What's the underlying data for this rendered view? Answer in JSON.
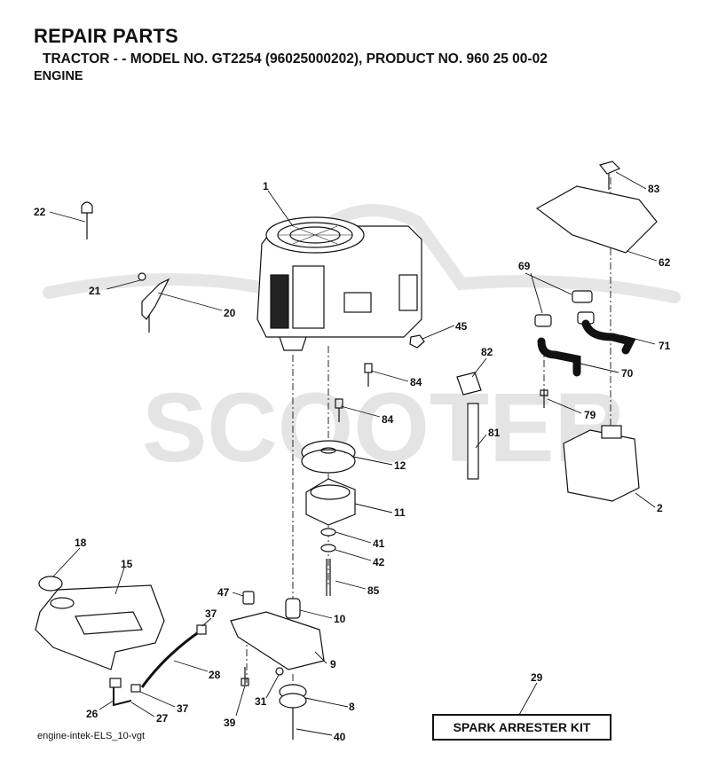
{
  "header": {
    "title": "REPAIR PARTS",
    "subtitle": "TRACTOR - - MODEL NO. GT2254 (96025000202), PRODUCT NO. 960 25 00-02",
    "section": "ENGINE"
  },
  "watermark": {
    "text": "SCOOTER"
  },
  "diagram": {
    "parts": [
      {
        "id": "p1",
        "label": "1"
      },
      {
        "id": "p2",
        "label": "2"
      },
      {
        "id": "p8",
        "label": "8"
      },
      {
        "id": "p9",
        "label": "9"
      },
      {
        "id": "p10",
        "label": "10"
      },
      {
        "id": "p11",
        "label": "11"
      },
      {
        "id": "p12",
        "label": "12"
      },
      {
        "id": "p15",
        "label": "15"
      },
      {
        "id": "p18",
        "label": "18"
      },
      {
        "id": "p20",
        "label": "20"
      },
      {
        "id": "p21",
        "label": "21"
      },
      {
        "id": "p22",
        "label": "22"
      },
      {
        "id": "p26",
        "label": "26"
      },
      {
        "id": "p27",
        "label": "27"
      },
      {
        "id": "p28",
        "label": "28"
      },
      {
        "id": "p29",
        "label": "29"
      },
      {
        "id": "p31",
        "label": "31"
      },
      {
        "id": "p37a",
        "label": "37"
      },
      {
        "id": "p37b",
        "label": "37"
      },
      {
        "id": "p39",
        "label": "39"
      },
      {
        "id": "p40",
        "label": "40"
      },
      {
        "id": "p41",
        "label": "41"
      },
      {
        "id": "p42",
        "label": "42"
      },
      {
        "id": "p45",
        "label": "45"
      },
      {
        "id": "p47",
        "label": "47"
      },
      {
        "id": "p62",
        "label": "62"
      },
      {
        "id": "p69",
        "label": "69"
      },
      {
        "id": "p70",
        "label": "70"
      },
      {
        "id": "p71",
        "label": "71"
      },
      {
        "id": "p79",
        "label": "79"
      },
      {
        "id": "p81",
        "label": "81"
      },
      {
        "id": "p82",
        "label": "82"
      },
      {
        "id": "p83",
        "label": "83"
      },
      {
        "id": "p84a",
        "label": "84"
      },
      {
        "id": "p84b",
        "label": "84"
      },
      {
        "id": "p85",
        "label": "85"
      }
    ],
    "kit_label": "SPARK ARRESTER KIT",
    "reference": "engine-intek-ELS_10-vgt"
  }
}
